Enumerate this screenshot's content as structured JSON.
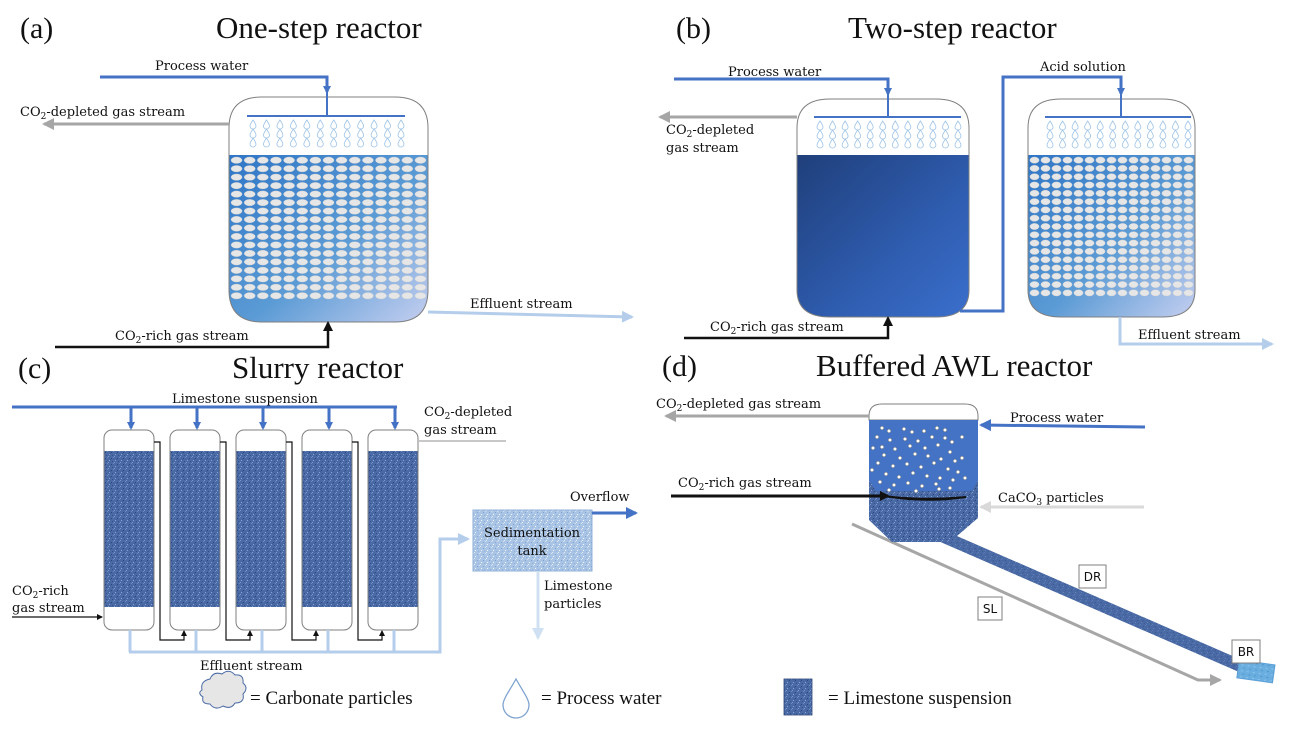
{
  "figure": {
    "panels": {
      "a": {
        "letter": "(a)",
        "title": "One-step reactor",
        "labels": {
          "process_water": "Process water",
          "co2_depleted_prefix": "CO",
          "co2_depleted_sub": "2",
          "co2_depleted_suffix": "-depleted gas stream",
          "co2_rich_prefix": "CO",
          "co2_rich_sub": "2",
          "co2_rich_suffix": "-rich gas stream",
          "effluent": "Effluent stream"
        }
      },
      "b": {
        "letter": "(b)",
        "title": "Two-step reactor",
        "labels": {
          "process_water": "Process water",
          "acid_solution": "Acid solution",
          "co2_depleted_prefix": "CO",
          "co2_depleted_sub": "2",
          "co2_depleted_line1_suffix": "-depleted",
          "co2_depleted_line2": "gas stream",
          "co2_rich_prefix": "CO",
          "co2_rich_sub": "2",
          "co2_rich_suffix": "-rich gas stream",
          "effluent": "Effluent stream"
        }
      },
      "c": {
        "letter": "(c)",
        "title": "Slurry reactor",
        "column_count": 5,
        "labels": {
          "limestone_suspension": "Limestone suspension",
          "co2_depleted_prefix": "CO",
          "co2_depleted_sub": "2",
          "co2_depleted_line1_suffix": "-depleted",
          "co2_depleted_line2": "gas stream",
          "co2_rich_prefix": "CO",
          "co2_rich_sub": "2",
          "co2_rich_line1_suffix": "-rich",
          "co2_rich_line2": "gas stream",
          "overflow": "Overflow",
          "sedimentation_line1": "Sedimentation",
          "sedimentation_line2": "tank",
          "limestone_particles_line1": "Limestone",
          "limestone_particles_line2": "particles",
          "effluent": "Effluent stream"
        }
      },
      "d": {
        "letter": "(d)",
        "title": "Buffered AWL reactor",
        "labels": {
          "co2_depleted_prefix": "CO",
          "co2_depleted_sub": "2",
          "co2_depleted_suffix": "-depleted gas stream",
          "process_water": "Process water",
          "co2_rich_prefix": "CO",
          "co2_rich_sub": "2",
          "co2_rich_suffix": "-rich gas stream",
          "caco3_prefix": "CaCO",
          "caco3_sub": "3",
          "caco3_suffix": " particles",
          "dr": "DR",
          "sl": "SL",
          "br": "BR"
        }
      }
    },
    "legend": [
      {
        "icon": "cloud-icon",
        "label": "= Carbonate particles"
      },
      {
        "icon": "droplet-icon",
        "label": "= Process water"
      },
      {
        "icon": "limestone-swatch-icon",
        "label": "= Limestone suspension"
      }
    ],
    "colors": {
      "water_line": "#4472c4",
      "gas_gray": "#a6a6a6",
      "effluent_light": "#9dc3e6",
      "black": "#111111",
      "dark_liquid": "#2f5597",
      "limestone": "#4a6aa5",
      "particle": "#e6e6e6"
    }
  }
}
